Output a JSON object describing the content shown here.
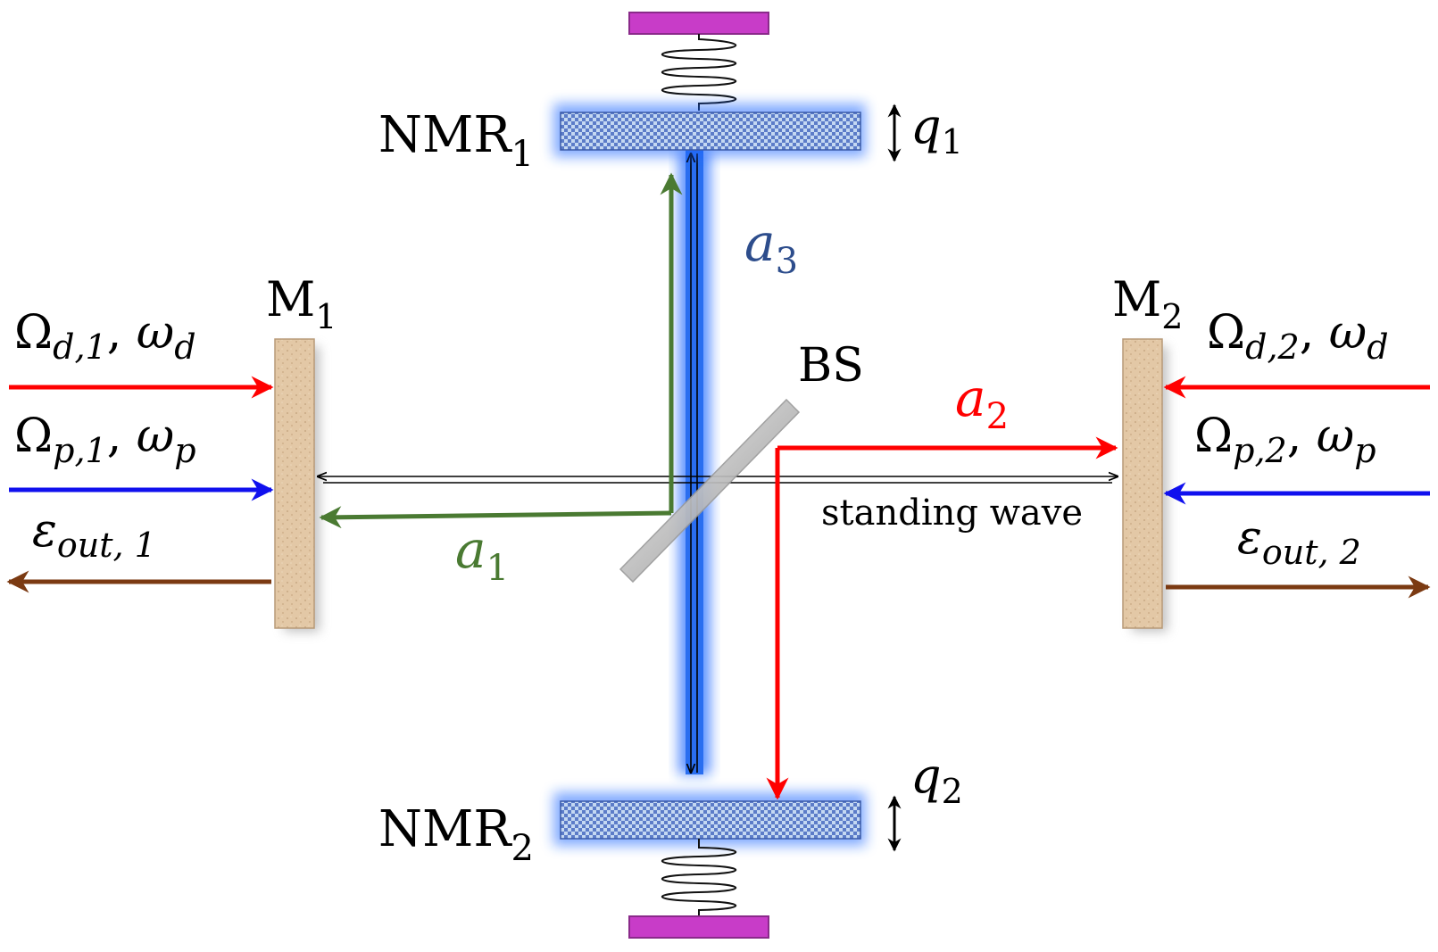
{
  "nmr_top": {
    "base": "NMR",
    "sub": "1"
  },
  "nmr_bottom": {
    "base": "NMR",
    "sub": "2"
  },
  "q_top": {
    "base": "q",
    "sub": "1"
  },
  "q_bottom": {
    "base": "q",
    "sub": "2"
  },
  "mirror_left": {
    "base": "M",
    "sub": "1"
  },
  "mirror_right": {
    "base": "M",
    "sub": "2"
  },
  "beam_splitter": "BS",
  "mode_a1": {
    "base": "a",
    "sub": "1"
  },
  "mode_a2": {
    "base": "a",
    "sub": "2"
  },
  "mode_a3": {
    "base": "a",
    "sub": "3"
  },
  "standing_wave": "standing wave",
  "drive_left": {
    "omega": "Ω",
    "sub": "d,1",
    "sep": ", ",
    "freq": "ω",
    "freq_sub": "d"
  },
  "probe_left": {
    "omega": "Ω",
    "sub": "p,1",
    "sep": ", ",
    "freq": "ω",
    "freq_sub": "p"
  },
  "out_left": {
    "base": "ε",
    "sub": "out, 1"
  },
  "drive_right": {
    "omega": "Ω",
    "sub": "d,2",
    "sep": ", ",
    "freq": "ω",
    "freq_sub": "d"
  },
  "probe_right": {
    "omega": "Ω",
    "sub": "p,2",
    "sep": ", ",
    "freq": "ω",
    "freq_sub": "p"
  },
  "out_right": {
    "base": "ε",
    "sub": "out, 2"
  },
  "colors": {
    "drive": "#ff0000",
    "probe": "#1010ee",
    "output": "#7b3a12",
    "mode_a1": "#4a7a32",
    "mode_a2": "#ff0000",
    "mode_a3": "#2d4d8c",
    "glow": "#1a66ff",
    "anchor": "#c040c0",
    "mirror": "#dcc0a0"
  }
}
